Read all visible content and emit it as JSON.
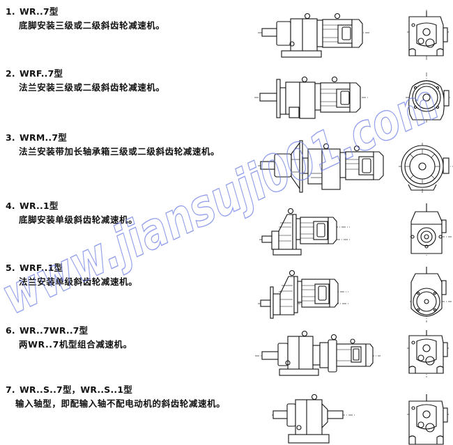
{
  "items": [
    {
      "number": "1.",
      "model": "WR..7型",
      "description": "底脚安装三级或二级斜齿轮减速机。",
      "drawing": "foot-mounted-helical-reducer"
    },
    {
      "number": "2.",
      "model": "WRF..7型",
      "description": "法兰安装三级或二级斜齿轮减速机。",
      "drawing": "flange-mounted-helical-reducer"
    },
    {
      "number": "3.",
      "model": "WRM..7型",
      "description": "法兰安装带加长轴承箱三级或二级斜齿轮减速机。",
      "drawing": "flange-extended-bearing-reducer"
    },
    {
      "number": "4.",
      "model": "WR..1型",
      "description": "底脚安装单级斜齿轮减速机。",
      "drawing": "foot-mounted-single-stage-reducer"
    },
    {
      "number": "5.",
      "model": "WRF..1型",
      "description": "法兰安装单级斜齿轮减速机。",
      "drawing": "flange-mounted-single-stage-reducer"
    },
    {
      "number": "6.",
      "model": "WR..7WR..7型",
      "description": "两WR..7机型组合减速机。",
      "drawing": "combined-reducer"
    },
    {
      "number": "7.",
      "model": "WR..S..7型，WR..S..1型",
      "description": "输入轴型，即配输入轴不配电动机的斜齿轮减速机。",
      "drawing": "input-shaft-reducer"
    }
  ],
  "watermark": {
    "text": "www.jiansuji001.com",
    "color": "#6f7fe6"
  }
}
